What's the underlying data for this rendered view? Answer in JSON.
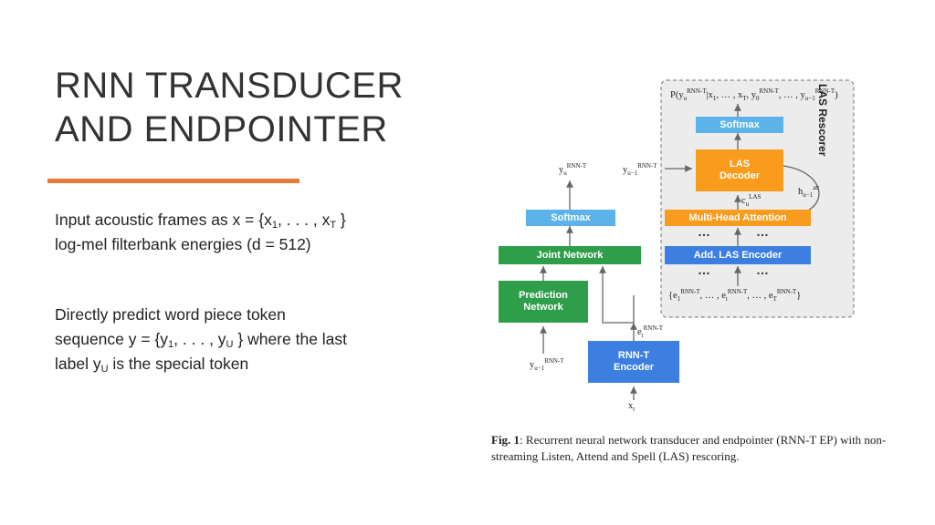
{
  "slide": {
    "title_line1": "RNN TRANSDUCER",
    "title_line2": "AND ENDPOINTER",
    "bullet1_line1_pre": "Input acoustic frames as x = {x",
    "bullet1_sub1": "1",
    "bullet1_mid": ", . . . , x",
    "bullet1_subT": "T",
    "bullet1_post": " }",
    "bullet1_line2": "log-mel filterbank energies (d = 512)",
    "bullet2_line1": "Directly predict word piece token",
    "bullet2_line2_pre": "sequence y = {y",
    "bullet2_sub1": "1",
    "bullet2_mid": ", . . . , y",
    "bullet2_subU": "U",
    "bullet2_post": " } where the last",
    "bullet2_line3_pre": "label y",
    "bullet2_subU2": "U",
    "bullet2_line3_post": " is the special token"
  },
  "figure": {
    "las_rescorer_label": "LAS Rescorer",
    "boxes": {
      "softmax_las": "Softmax",
      "las_decoder_line1": "LAS",
      "las_decoder_line2": "Decoder",
      "multi_head_attention": "Multi-Head Attention",
      "add_las_encoder": "Add. LAS Encoder",
      "softmax_rnnt": "Softmax",
      "joint_network": "Joint Network",
      "prediction_network_line1": "Prediction",
      "prediction_network_line2": "Network",
      "rnnt_encoder_line1": "RNN-T",
      "rnnt_encoder_line2": "Encoder"
    },
    "math": {
      "prob_expr": "P(y_u^{RNN-T} | x_1, …, x_T, y_0^{RNN-T}, …, y_{u-1}^{RNN-T})",
      "y_u_rnnt": "y_u^{RNN-T}",
      "y_u1_rnnt_top": "y_{u-1}^{RNN-T}",
      "c_u_las": "c_u^{LAS}",
      "h_u1_att": "h_{u-1}^{att}",
      "e_t_rnnt": "e_t^{RNN-T}",
      "y_u1_rnnt_bottom": "y_{u-1}^{RNN-T}",
      "x_t": "x_t",
      "e_set": "{e_1^{RNN-T}, …, e_t^{RNN-T}, …, e_T^{RNN-T}}",
      "dots": "…"
    },
    "colors": {
      "light_blue": "#5bb3ea",
      "orange": "#f99b1c",
      "blue": "#3d7fe0",
      "green": "#2e9e4a",
      "panel_bg": "#ececec"
    }
  },
  "caption": {
    "label": "Fig. 1",
    "text": ": Recurrent neural network transducer and endpointer (RNN-T EP) with non-streaming Listen, Attend and Spell (LAS) rescoring."
  }
}
